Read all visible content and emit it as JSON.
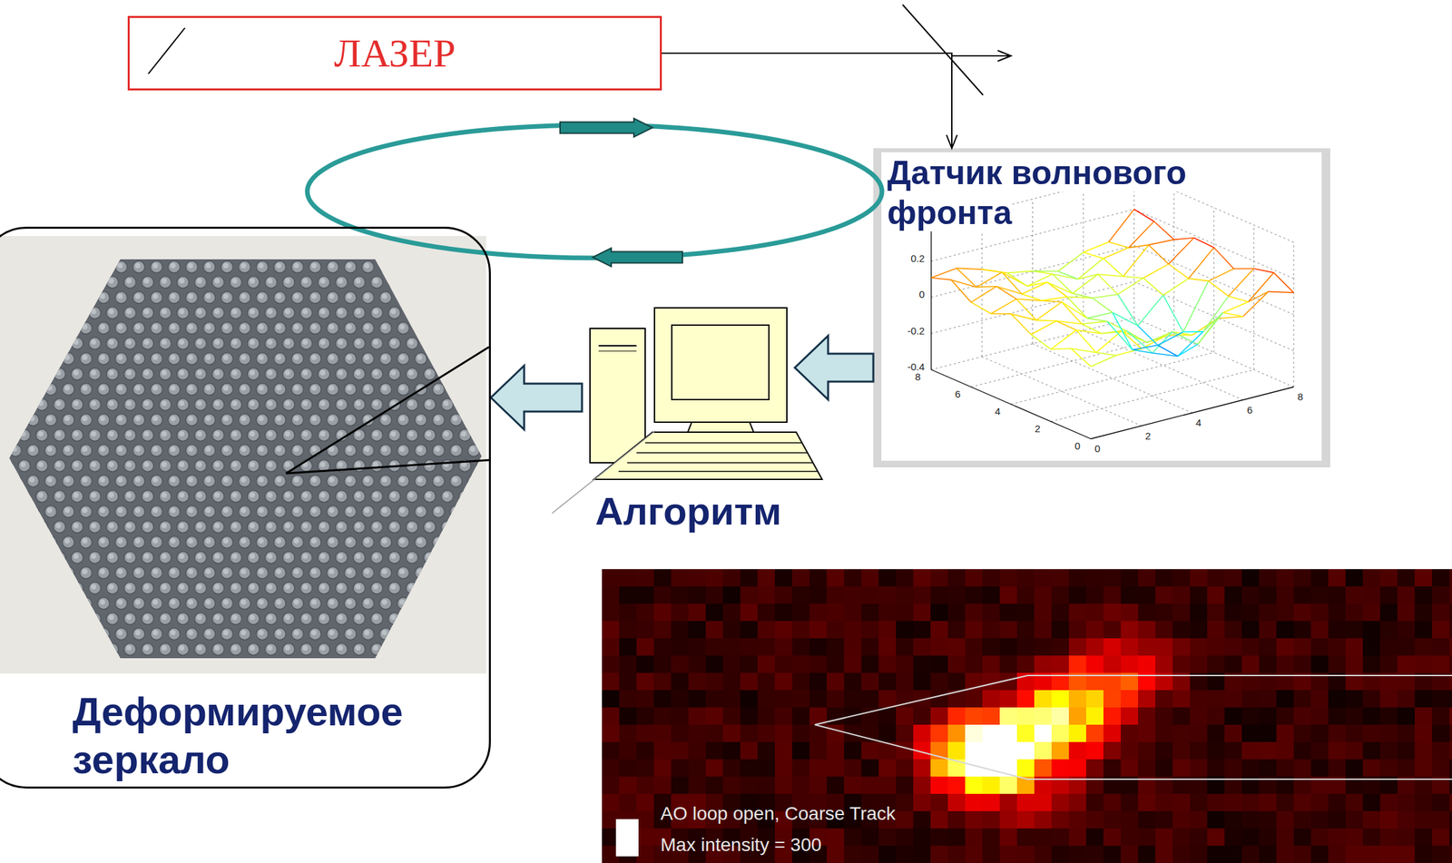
{
  "diagram": {
    "nodes": [
      {
        "text": [
          "ЛАЗЕР"
        ]
      },
      {
        "text": [
          "Датчик волнового фронта"
        ]
      },
      {
        "text": [
          "Деформируемое зеркало"
        ]
      },
      {
        "text": [
          "Алгоритм"
        ]
      },
      {
        "text": [
          "AO loop open, Coarse Track",
          "Max intensity = 300"
        ]
      }
    ],
    "edges": [
      {
        "from": 0,
        "to": 1,
        "arrow": "to"
      },
      {
        "from": 1,
        "to": 3,
        "arrow": "to"
      },
      {
        "from": 3,
        "to": 2,
        "arrow": "to"
      }
    ],
    "labels": [
      "0.2",
      "0",
      "-0.2",
      "-0.4",
      "8",
      "6",
      "4",
      "2",
      "0",
      "0",
      "2",
      "4",
      "6",
      "8"
    ]
  }
}
